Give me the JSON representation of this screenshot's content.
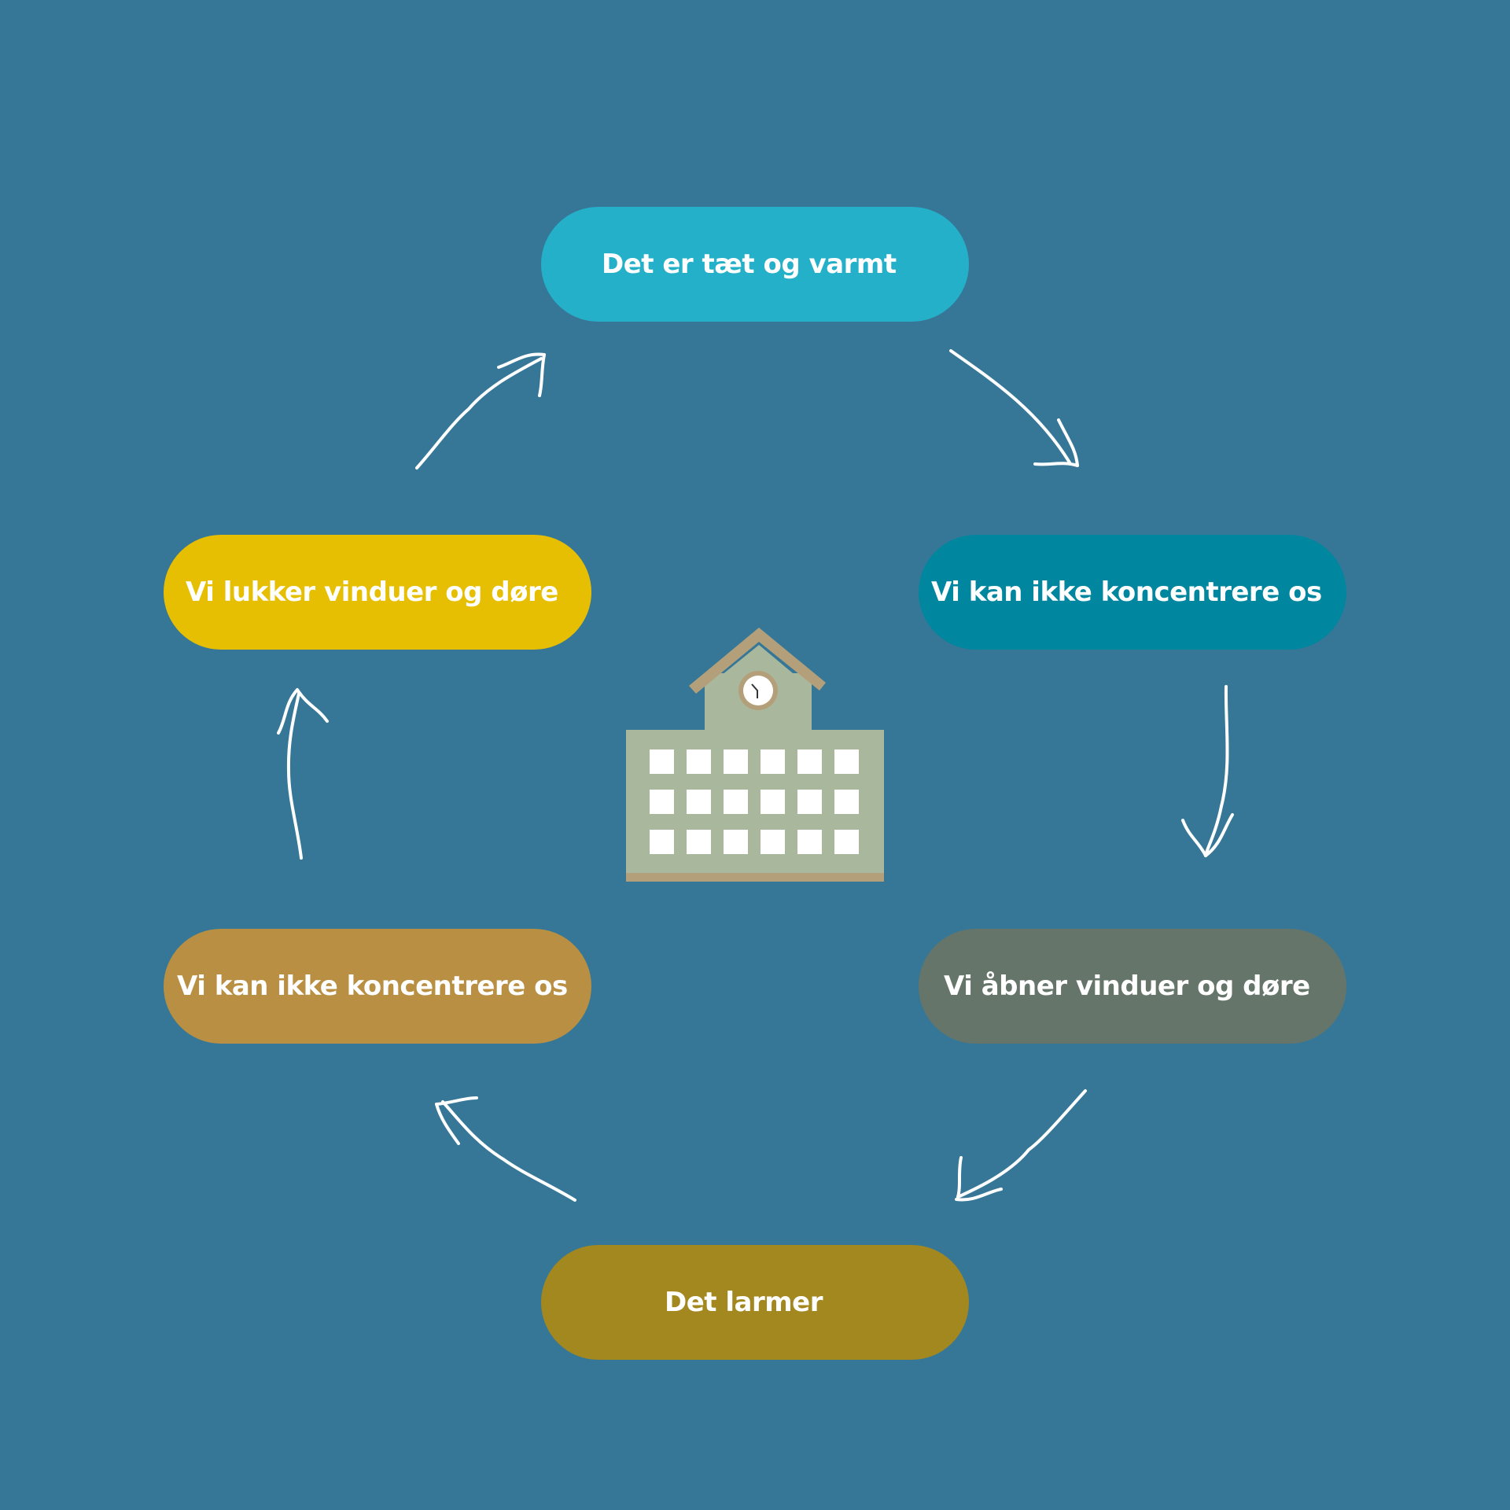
{
  "diagram": {
    "background": "#367797",
    "nodes": [
      {
        "id": "top",
        "label": "Det er tæt og varmt",
        "color": "#24b0c9"
      },
      {
        "id": "right1",
        "label": "Vi kan ikke koncentrere os",
        "color": "#00879f"
      },
      {
        "id": "right2",
        "label": "Vi åbner vinduer og døre",
        "color": "#66756a"
      },
      {
        "id": "bottom",
        "label": "Det larmer",
        "color": "#a3871f"
      },
      {
        "id": "left2",
        "label": "Vi kan ikke koncentrere os",
        "color": "#b88f43"
      },
      {
        "id": "left1",
        "label": "Vi lukker vinduer og døre",
        "color": "#e6bf02"
      }
    ],
    "cycle_order": [
      "top",
      "right1",
      "right2",
      "bottom",
      "left2",
      "left1"
    ],
    "center_icon": "school-building-icon",
    "arrow_color": "#ffffff"
  }
}
